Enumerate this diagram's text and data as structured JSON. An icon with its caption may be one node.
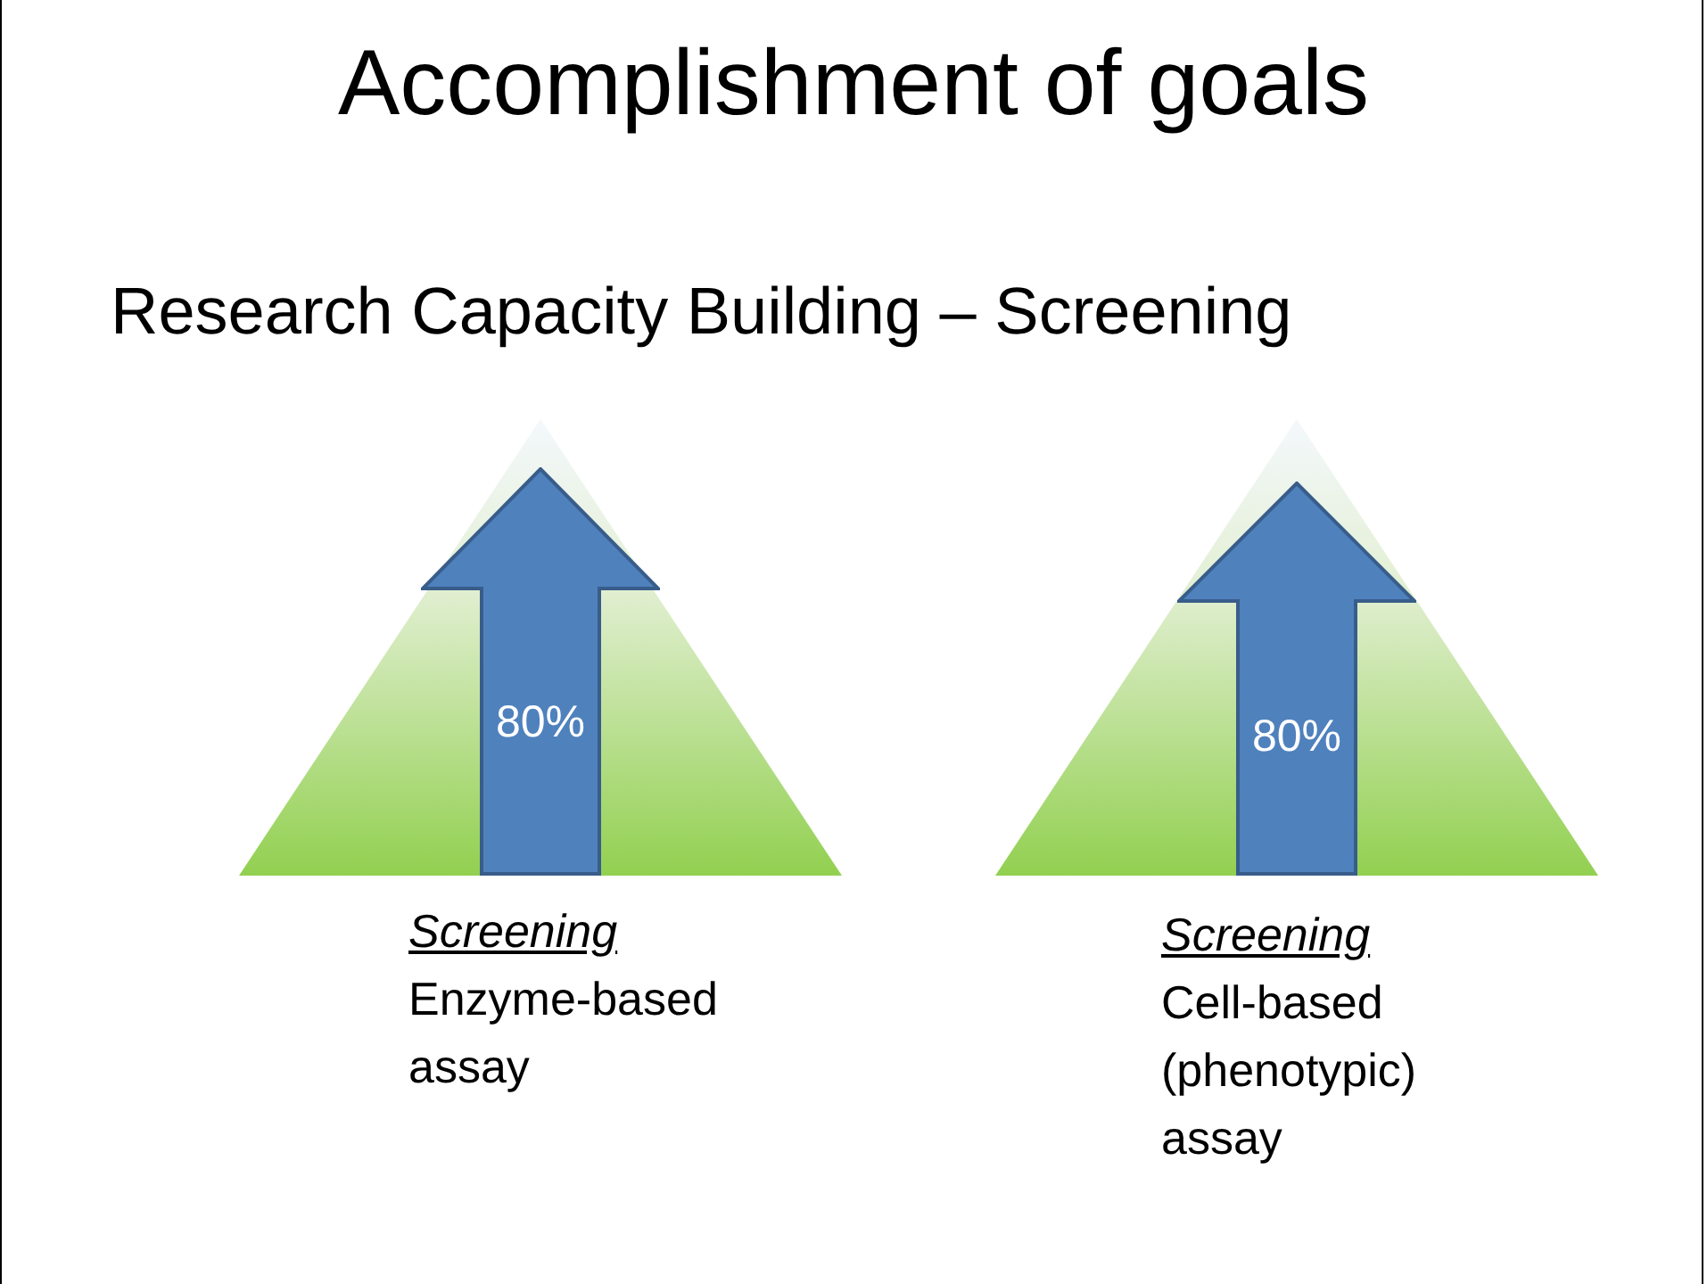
{
  "diagram": {
    "title": "Accomplishment of goals",
    "nodes": [
      {
        "text": [
          "80%"
        ],
        "beside": [
          "Screening",
          "Enzyme-based assay"
        ]
      },
      {
        "text": [
          "80%"
        ],
        "beside": [
          "Screening",
          "Cell-based (phenotypic) assay"
        ]
      }
    ],
    "labels": [
      "Research Capacity Building – Screening"
    ]
  }
}
